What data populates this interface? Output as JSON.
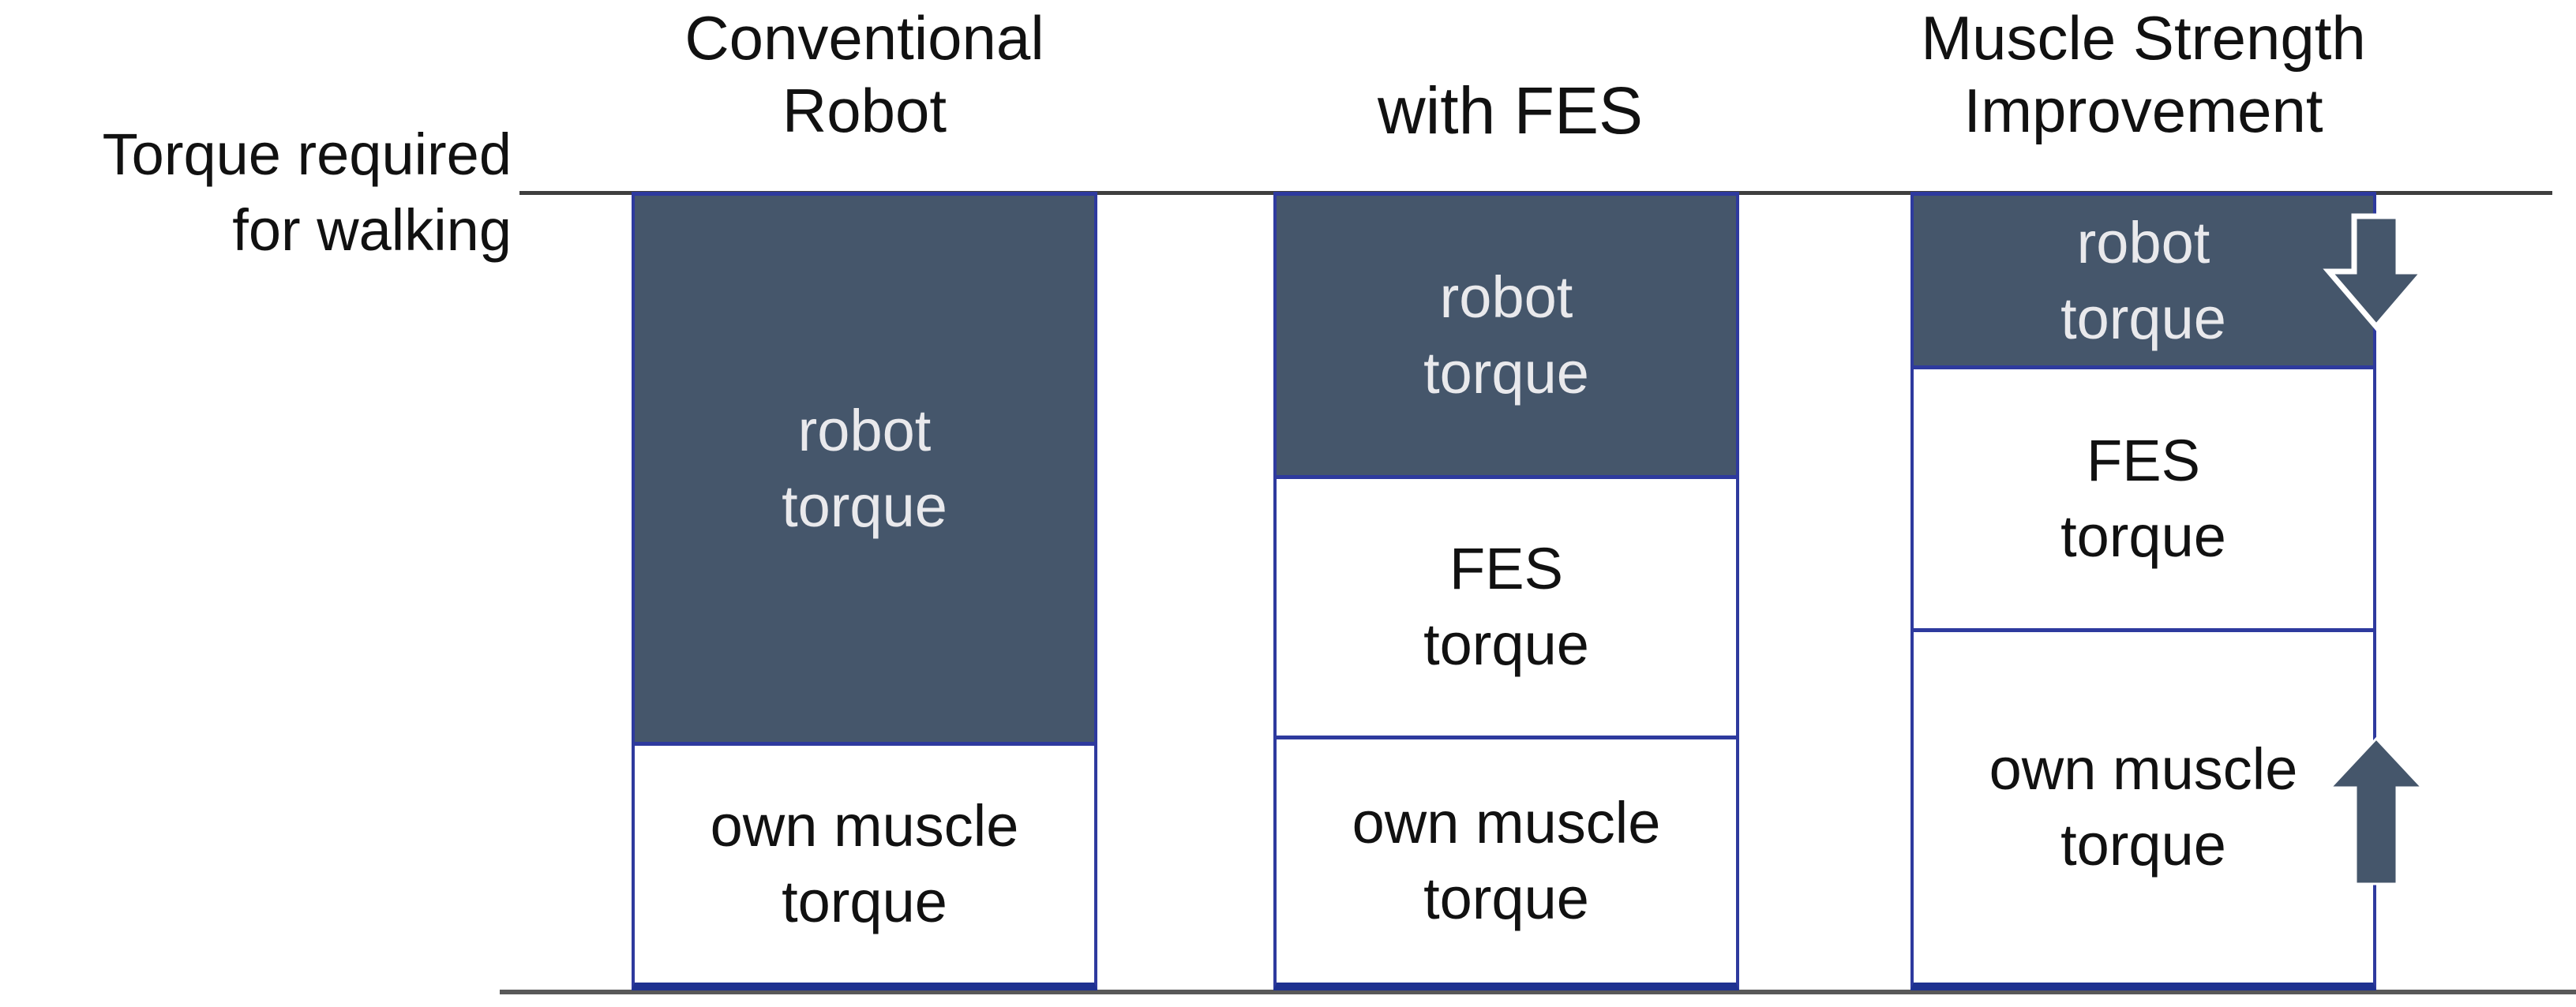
{
  "colors": {
    "robot_fill": "#45566b",
    "segment_border": "#2e3a9e",
    "bar_bottom_border": "#1e3190",
    "light_text": "#e9e9ec",
    "dark_text": "#111111",
    "baseline_gray": "#595959",
    "topline_gray": "#3f3f3f",
    "background": "#ffffff"
  },
  "left_label": {
    "lines": [
      "Torque required",
      "for walking"
    ]
  },
  "columns": [
    {
      "id": "conventional-robot",
      "header": [
        "Conventional",
        "Robot"
      ],
      "segments": [
        {
          "id": "robot-torque",
          "label": [
            "robot",
            "torque"
          ],
          "fraction": 0.694,
          "style": "dark"
        },
        {
          "id": "own-muscle-torque",
          "label": [
            "own muscle",
            "torque"
          ],
          "fraction": 0.306,
          "style": "light"
        }
      ]
    },
    {
      "id": "with-fes",
      "header": [
        "with FES"
      ],
      "segments": [
        {
          "id": "robot-torque",
          "label": [
            "robot",
            "torque"
          ],
          "fraction": 0.355,
          "style": "dark"
        },
        {
          "id": "fes-torque",
          "label": [
            "FES",
            "torque"
          ],
          "fraction": 0.331,
          "style": "light"
        },
        {
          "id": "own-muscle-torque",
          "label": [
            "own muscle",
            "torque"
          ],
          "fraction": 0.314,
          "style": "light"
        }
      ]
    },
    {
      "id": "muscle-strength-improvement",
      "header": [
        "Muscle Strength",
        "Improvement"
      ],
      "segments": [
        {
          "id": "robot-torque",
          "label": [
            "robot",
            "torque"
          ],
          "fraction": 0.216,
          "style": "dark"
        },
        {
          "id": "fes-torque",
          "label": [
            "FES",
            "torque"
          ],
          "fraction": 0.334,
          "style": "light"
        },
        {
          "id": "own-muscle-torque",
          "label": [
            "own muscle",
            "torque"
          ],
          "fraction": 0.45,
          "style": "light"
        }
      ]
    }
  ],
  "annotations": [
    {
      "icon": "down-arrow-icon",
      "meaning": "robot torque decreased"
    },
    {
      "icon": "up-arrow-icon",
      "meaning": "own muscle torque increased"
    }
  ],
  "chart_data": {
    "type": "bar",
    "subtype": "stacked-conceptual",
    "title": "",
    "ylabel": "Torque required for walking",
    "categories": [
      "Conventional Robot",
      "with FES",
      "Muscle Strength Improvement"
    ],
    "series": [
      {
        "name": "own muscle torque",
        "values": [
          0.31,
          0.31,
          0.45
        ]
      },
      {
        "name": "FES torque",
        "values": [
          0.0,
          0.33,
          0.33
        ]
      },
      {
        "name": "robot torque",
        "values": [
          0.69,
          0.36,
          0.22
        ]
      }
    ],
    "ylim": [
      0,
      1
    ],
    "grid": false,
    "legend": "none",
    "notes": [
      "each stack totals the torque required for walking (reference line at top, baseline at bottom)",
      "down arrow on third bar: robot torque reduced",
      "up arrow on third bar: own muscle torque increased"
    ]
  }
}
